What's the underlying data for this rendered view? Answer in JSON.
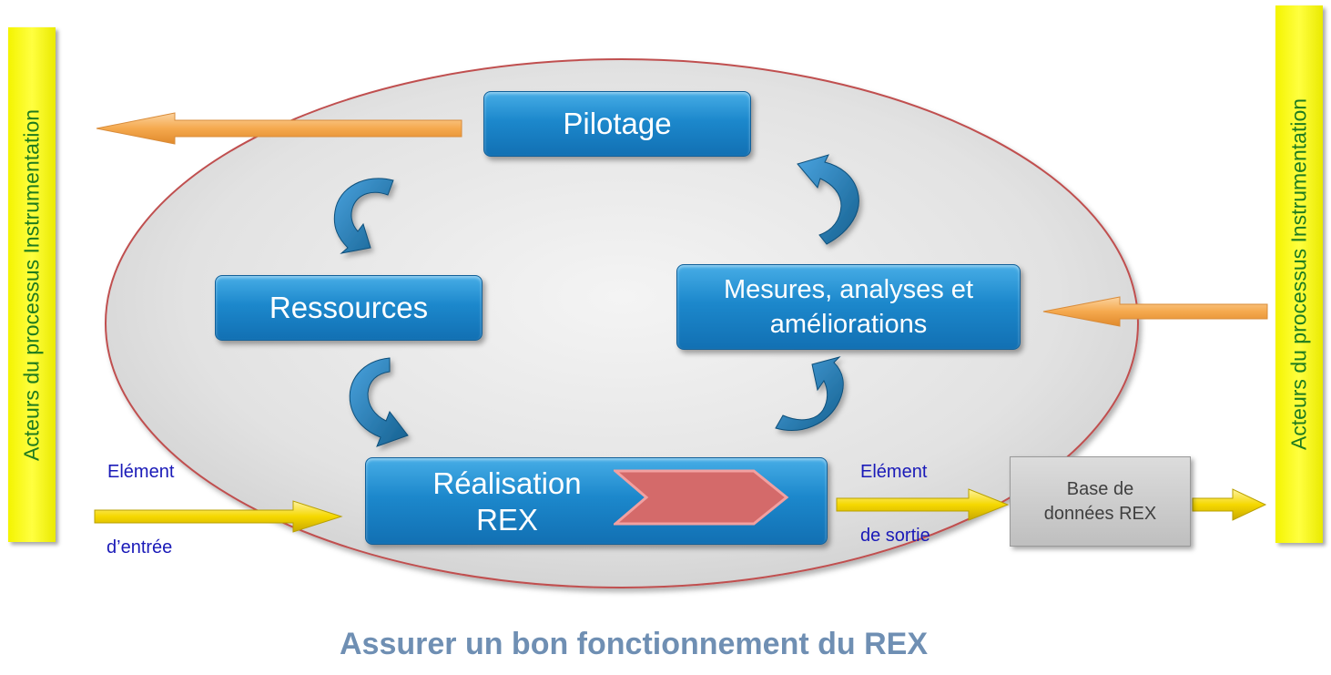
{
  "side_bars": {
    "left_label": "Acteurs du processus Instrumentation",
    "right_label": "Acteurs du processus Instrumentation"
  },
  "boxes": {
    "pilotage": "Pilotage",
    "ressources": "Ressources",
    "mesures": "Mesures, analyses et améliorations",
    "realisation": "Réalisation\nREX",
    "database": "Base de\ndonnées REX"
  },
  "flow_labels": {
    "input_line1": "Elément",
    "input_line2": "d’entrée",
    "output_line1": "Elément",
    "output_line2": "de sortie"
  },
  "caption": "Assurer un bon fonctionnement du REX",
  "colors": {
    "box_blue": "#1c88cc",
    "ellipse_fill": "#e6e6e6",
    "ellipse_border": "#c05050",
    "side_bar_yellow": "#ffff00",
    "side_text_green": "#1e7a1e",
    "flow_text_blue": "#1a1ab8",
    "orange_arrow": "#f5a94e",
    "yellow_arrow": "#f5d800",
    "chevron_pink": "#d46a6a",
    "caption_color": "#6f8fb3"
  }
}
